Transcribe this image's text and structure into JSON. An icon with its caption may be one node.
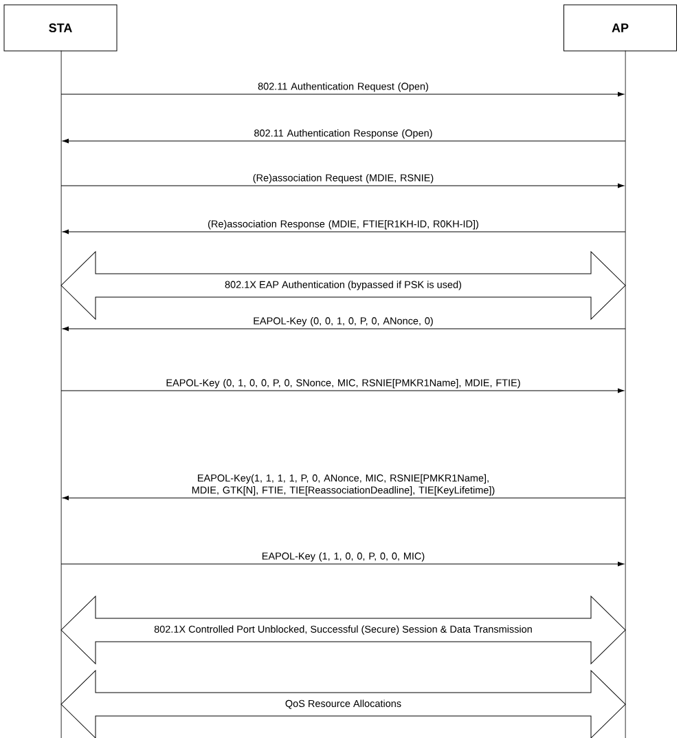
{
  "diagram": {
    "nodes": [
      {
        "text": [
          "STA"
        ]
      },
      {
        "text": [
          "AP"
        ]
      },
      {
        "text": [],
        "shape": "bar"
      },
      {
        "text": [],
        "shape": "bar"
      }
    ],
    "edges": [
      {
        "from": 2,
        "to": 3,
        "arrow": "to",
        "label": "802.11 Authentication Request (Open)"
      },
      {
        "from": 3,
        "to": 2,
        "arrow": "to",
        "label": "802.11 Authentication Response (Open)"
      },
      {
        "from": 2,
        "to": 3,
        "arrow": "to",
        "label": "(Re)association Request (MDIE, RSNIE)"
      },
      {
        "from": 3,
        "to": 2,
        "arrow": "to",
        "label": "(Re)association Response (MDIE, FTIE[R1KH-ID, R0KH-ID])"
      },
      {
        "from": 2,
        "to": 3,
        "arrow": "both",
        "style": "thick",
        "label": "802.1X EAP Authentication (bypassed if PSK is used)"
      },
      {
        "from": 3,
        "to": 2,
        "arrow": "to",
        "label": "EAPOL-Key (0, 0, 1, 0, P, 0, ANonce, 0)"
      },
      {
        "from": 2,
        "to": 3,
        "arrow": "to",
        "label": "EAPOL-Key (0, 1, 0, 0, P, 0, SNonce, MIC, RSNIE[PMKR1Name], MDIE, FTIE)"
      },
      {
        "from": 3,
        "to": 2,
        "arrow": "to",
        "label": "EAPOL-Key(1, 1, 1, 1, P, 0, ANonce, MIC, RSNIE[PMKR1Name], MDIE, GTK[N], FTIE, TIE[ReassociationDeadline], TIE[KeyLifetime])"
      },
      {
        "from": 2,
        "to": 3,
        "arrow": "to",
        "label": "EAPOL-Key (1, 1, 0, 0, P, 0, 0, MIC)"
      },
      {
        "from": 2,
        "to": 3,
        "arrow": "both",
        "style": "thick",
        "label": "802.1X Controlled Port Unblocked, Successful (Secure) Session & Data Transmission"
      },
      {
        "from": 2,
        "to": 3,
        "arrow": "both",
        "style": "thick",
        "label": "QoS Resource Allocations"
      }
    ]
  }
}
